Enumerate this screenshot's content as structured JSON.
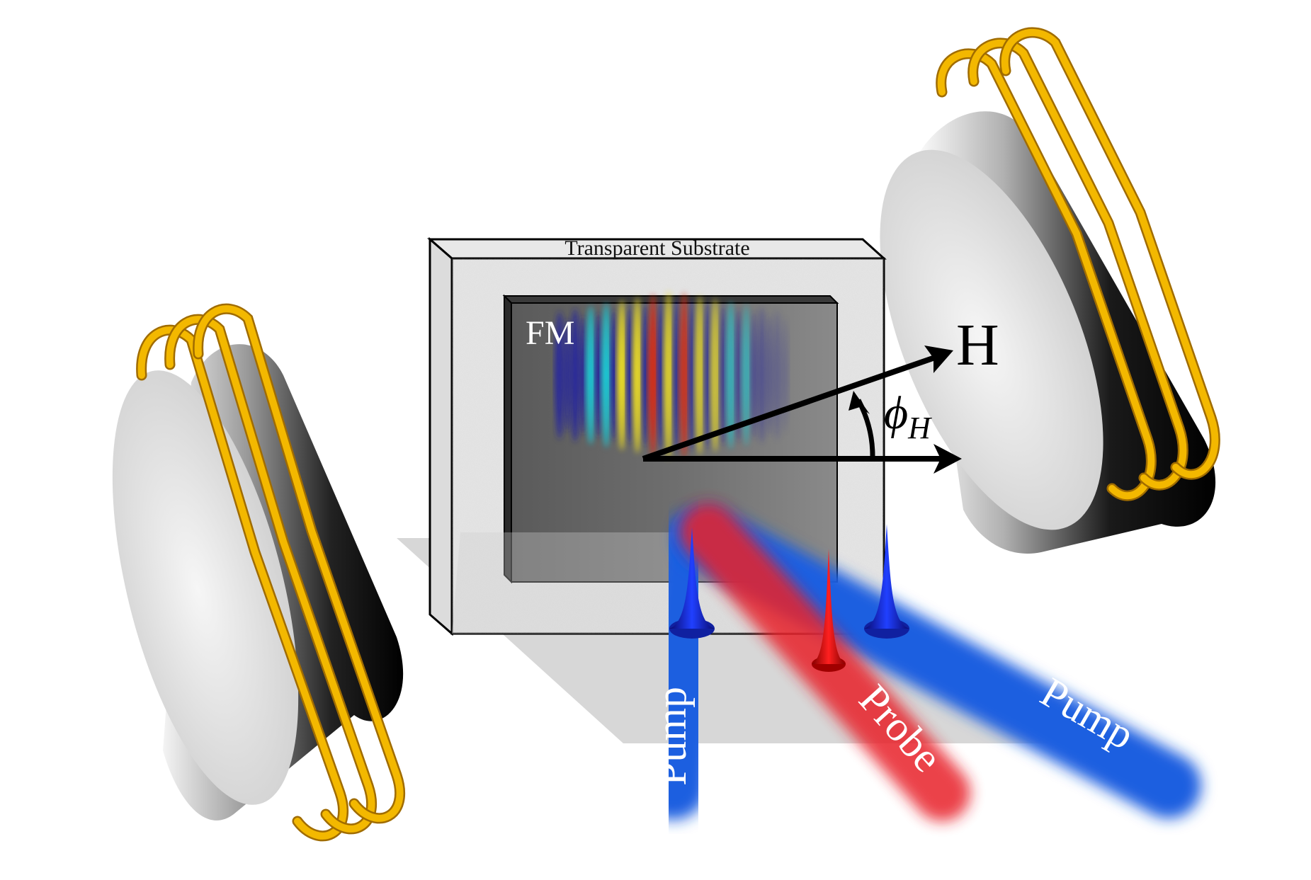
{
  "labels": {
    "substrate": "Transparent Substrate",
    "film": "FM",
    "field": "H",
    "angle_symbol": "ϕ",
    "angle_subscript": "H",
    "pump_left": "Pump",
    "probe": "Probe",
    "pump_right": "Pump"
  },
  "colors": {
    "pump_beam": "#1f5fe0",
    "probe_beam": "#e8222a",
    "coil_wire": "#f0b400",
    "magnet_dark": "#111111",
    "substrate": "#e6e6e6",
    "film": "#5c5c5c"
  },
  "spin_wave": {
    "stripe_colors": [
      "#2020a0",
      "#18c8d8",
      "#f0e020",
      "#e02010"
    ]
  }
}
